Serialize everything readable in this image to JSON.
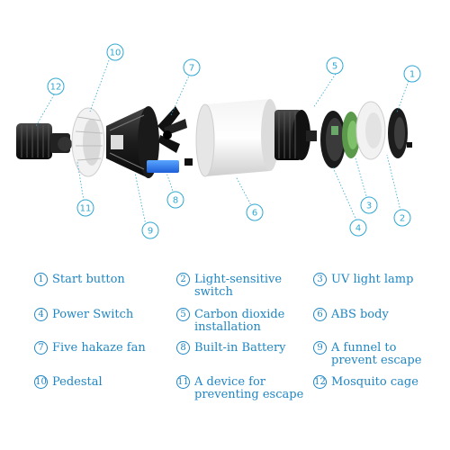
{
  "diagram": {
    "callouts": [
      "1",
      "2",
      "3",
      "4",
      "5",
      "6",
      "7",
      "8",
      "9",
      "10",
      "11",
      "12"
    ]
  },
  "legend": [
    {
      "num": "1",
      "label": "Start button"
    },
    {
      "num": "2",
      "label": "Light-sensitive\nswitch"
    },
    {
      "num": "3",
      "label": "UV light lamp"
    },
    {
      "num": "4",
      "label": "Power Switch"
    },
    {
      "num": "5",
      "label": "Carbon dioxide\ninstallation"
    },
    {
      "num": "6",
      "label": "ABS body"
    },
    {
      "num": "7",
      "label": "Five hakaze fan"
    },
    {
      "num": "8",
      "label": "Built-in Battery"
    },
    {
      "num": "9",
      "label": "A funnel to\nprevent escape"
    },
    {
      "num": "10",
      "label": "Pedestal"
    },
    {
      "num": "11",
      "label": "A device for\npreventing escape"
    },
    {
      "num": "12",
      "label": "Mosquito cage"
    }
  ],
  "colors": {
    "accent": "#1f86c3",
    "callout": "#2fa7d1"
  }
}
